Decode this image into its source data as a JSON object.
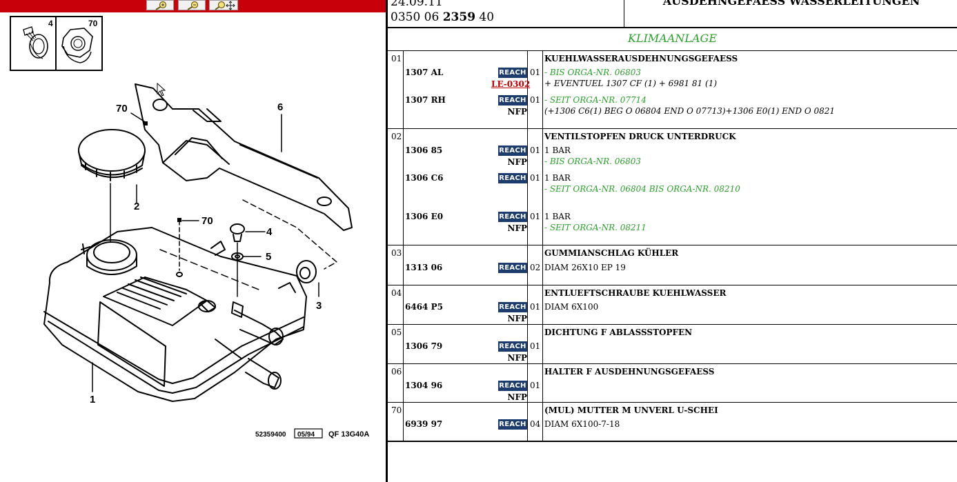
{
  "toolbar": {
    "zoom_in": "zoom-in",
    "zoom_out": "zoom-out",
    "zoom_fit": "zoom-move"
  },
  "thumbnails": [
    {
      "number": "4"
    },
    {
      "number": "70"
    }
  ],
  "diagram": {
    "callouts": [
      "70",
      "6",
      "2",
      "70",
      "4",
      "5",
      "3",
      "1"
    ],
    "footer_code": "52359400",
    "footer_date": "05/94",
    "footer_ref": "QF 13G40A"
  },
  "header": {
    "date": "24.09.11",
    "ref_prefix": "0350 06 ",
    "ref_bold": "2359",
    "ref_suffix": " 40",
    "title": "AUSDEHNGEFAESS WASSERLEITUNGEN"
  },
  "group_title": "KLIMAANLAGE",
  "reach_label": "REACH",
  "rows": [
    {
      "pos": "01",
      "desc": "KUEHLWASSERAUSDEHNUNGSGEFAESS",
      "parts": [
        {
          "pn": "1307 AL",
          "qty": "01",
          "tag": "LE-0302",
          "lines": [
            {
              "style": "green",
              "text": "- BIS ORGA-NR. 06803"
            },
            {
              "style": "black",
              "text": "+ EVENTUEL 1307 CF (1) + 6981 81 (1)"
            }
          ]
        },
        {
          "pn": "1307 RH",
          "qty": "01",
          "tag": "NFP",
          "lines": [
            {
              "style": "green",
              "text": "- SEIT ORGA-NR. 07714"
            },
            {
              "style": "black",
              "text": "(+1306 C6(1) BEG O 06804 END O 07713)+1306 E0(1) END O 0821"
            }
          ]
        }
      ]
    },
    {
      "pos": "02",
      "desc": "VENTILSTOPFEN DRUCK UNTERDRUCK",
      "parts": [
        {
          "pn": "1306 85",
          "qty": "01",
          "tag": "NFP",
          "lines": [
            {
              "style": "plain",
              "text": "1 BAR"
            },
            {
              "style": "green",
              "text": "- BIS ORGA-NR. 06803"
            }
          ]
        },
        {
          "pn": "1306 C6",
          "qty": "01",
          "tag": "",
          "lines": [
            {
              "style": "plain",
              "text": "1 BAR"
            },
            {
              "style": "green",
              "text": "- SEIT ORGA-NR. 06804 BIS ORGA-NR. 08210"
            }
          ]
        },
        {
          "pn": "1306 E0",
          "qty": "01",
          "tag": "NFP",
          "lines": [
            {
              "style": "plain",
              "text": "1 BAR"
            },
            {
              "style": "green",
              "text": "- SEIT ORGA-NR. 08211"
            }
          ]
        }
      ]
    },
    {
      "pos": "03",
      "desc": "GUMMIANSCHLAG KÜHLER",
      "parts": [
        {
          "pn": "1313 06",
          "qty": "02",
          "tag": "",
          "lines": [
            {
              "style": "plain",
              "text": "DIAM 26X10 EP 19"
            }
          ]
        }
      ]
    },
    {
      "pos": "04",
      "desc": "ENTLUEFTSCHRAUBE KUEHLWASSER",
      "parts": [
        {
          "pn": "6464 P5",
          "qty": "01",
          "tag": "NFP",
          "lines": [
            {
              "style": "plain",
              "text": "DIAM 6X100"
            }
          ]
        }
      ]
    },
    {
      "pos": "05",
      "desc": "DICHTUNG F ABLASSSTOPFEN",
      "parts": [
        {
          "pn": "1306 79",
          "qty": "01",
          "tag": "NFP",
          "lines": []
        }
      ]
    },
    {
      "pos": "06",
      "desc": "HALTER F AUSDEHNUNGSGEFAESS",
      "parts": [
        {
          "pn": "1304 96",
          "qty": "01",
          "tag": "NFP",
          "lines": []
        }
      ]
    },
    {
      "pos": "70",
      "desc": "(MUL) MUTTER M UNVERL U-SCHEI",
      "parts": [
        {
          "pn": "6939 97",
          "qty": "04",
          "tag": "",
          "lines": [
            {
              "style": "plain",
              "text": "DIAM 6X100-7-18"
            }
          ]
        }
      ]
    }
  ]
}
